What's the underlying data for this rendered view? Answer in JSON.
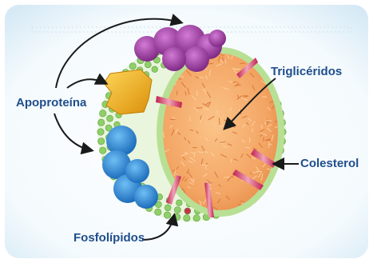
{
  "diagram": {
    "labels": {
      "apoprotein": "Apoproteína",
      "triglycerides": "Triglicéridos",
      "cholesterol": "Colesterol",
      "phospholipids": "Fosfolípidos"
    },
    "colors": {
      "label_text": "#1f4e8c",
      "arrows": "#1a1a1a",
      "background_glow": "#cfe6f4",
      "phospholipid_heads": "#8fcf6a",
      "core": "#f3a564",
      "apoprotein_purple": "#9a3a9e",
      "apoprotein_yellow": "#f0b019",
      "apoprotein_blue": "#2a86d6",
      "cholesterol_spikes": "#d9406a"
    }
  }
}
